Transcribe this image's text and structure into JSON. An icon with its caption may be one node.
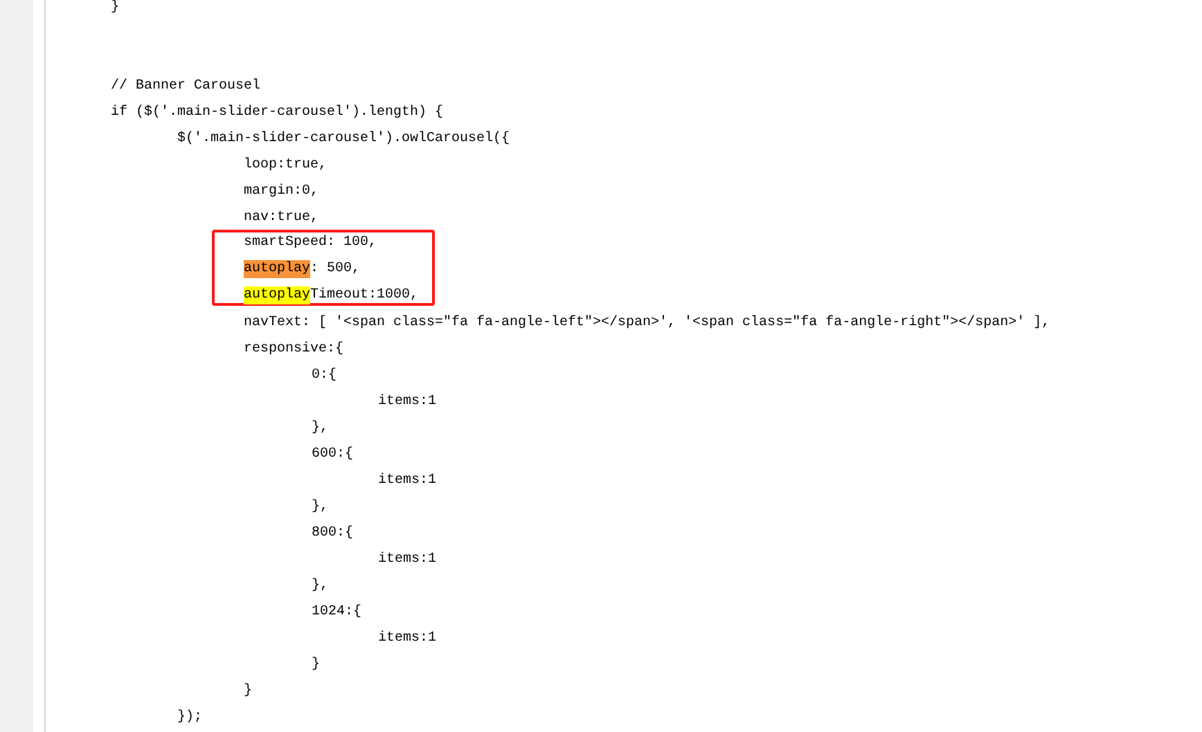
{
  "diagram": {
    "nodes": [
      {
        "text": [
          "smartSpeed: 100,",
          "autoplay",
          ": 500,",
          "autoplay",
          "Timeout:1000,"
        ]
      }
    ],
    "labels": [
      "}",
      "// Banner Carousel",
      "if ($('.main-slider-carousel').length) {",
      "$('.main-slider-carousel').owlCarousel({",
      "loop:true,",
      "margin:0,",
      "nav:true,",
      "navText: [ '<span class=\"fa fa-angle-left\"></span>', '<span class=\"fa fa-angle-right\"></span>' ],",
      "responsive:{",
      "0:{",
      "items:1",
      "},",
      "600:{",
      "items:1",
      "},",
      "800:{",
      "items:1",
      "},",
      "1024:{",
      "items:1",
      "}",
      "}",
      "});"
    ]
  }
}
